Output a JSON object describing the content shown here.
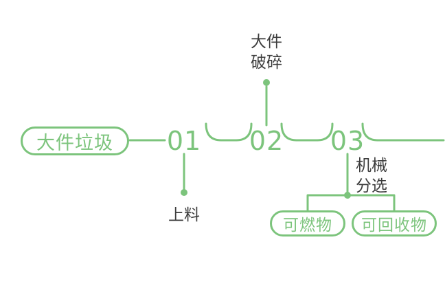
{
  "colors": {
    "accent_green": "#7cc47c",
    "label_text": "#3c3c3c",
    "background": "#ffffff"
  },
  "flow": {
    "source_label": "大件垃圾",
    "steps": [
      {
        "number": "01",
        "label_lines": [
          "上料"
        ],
        "label_position": "below"
      },
      {
        "number": "02",
        "label_lines": [
          "大件",
          "破碎"
        ],
        "label_position": "above"
      },
      {
        "number": "03",
        "label_lines": [
          "机械",
          "分选"
        ],
        "label_position": "below"
      }
    ],
    "outputs": [
      {
        "label": "可燃物"
      },
      {
        "label": "可回收物"
      }
    ]
  }
}
